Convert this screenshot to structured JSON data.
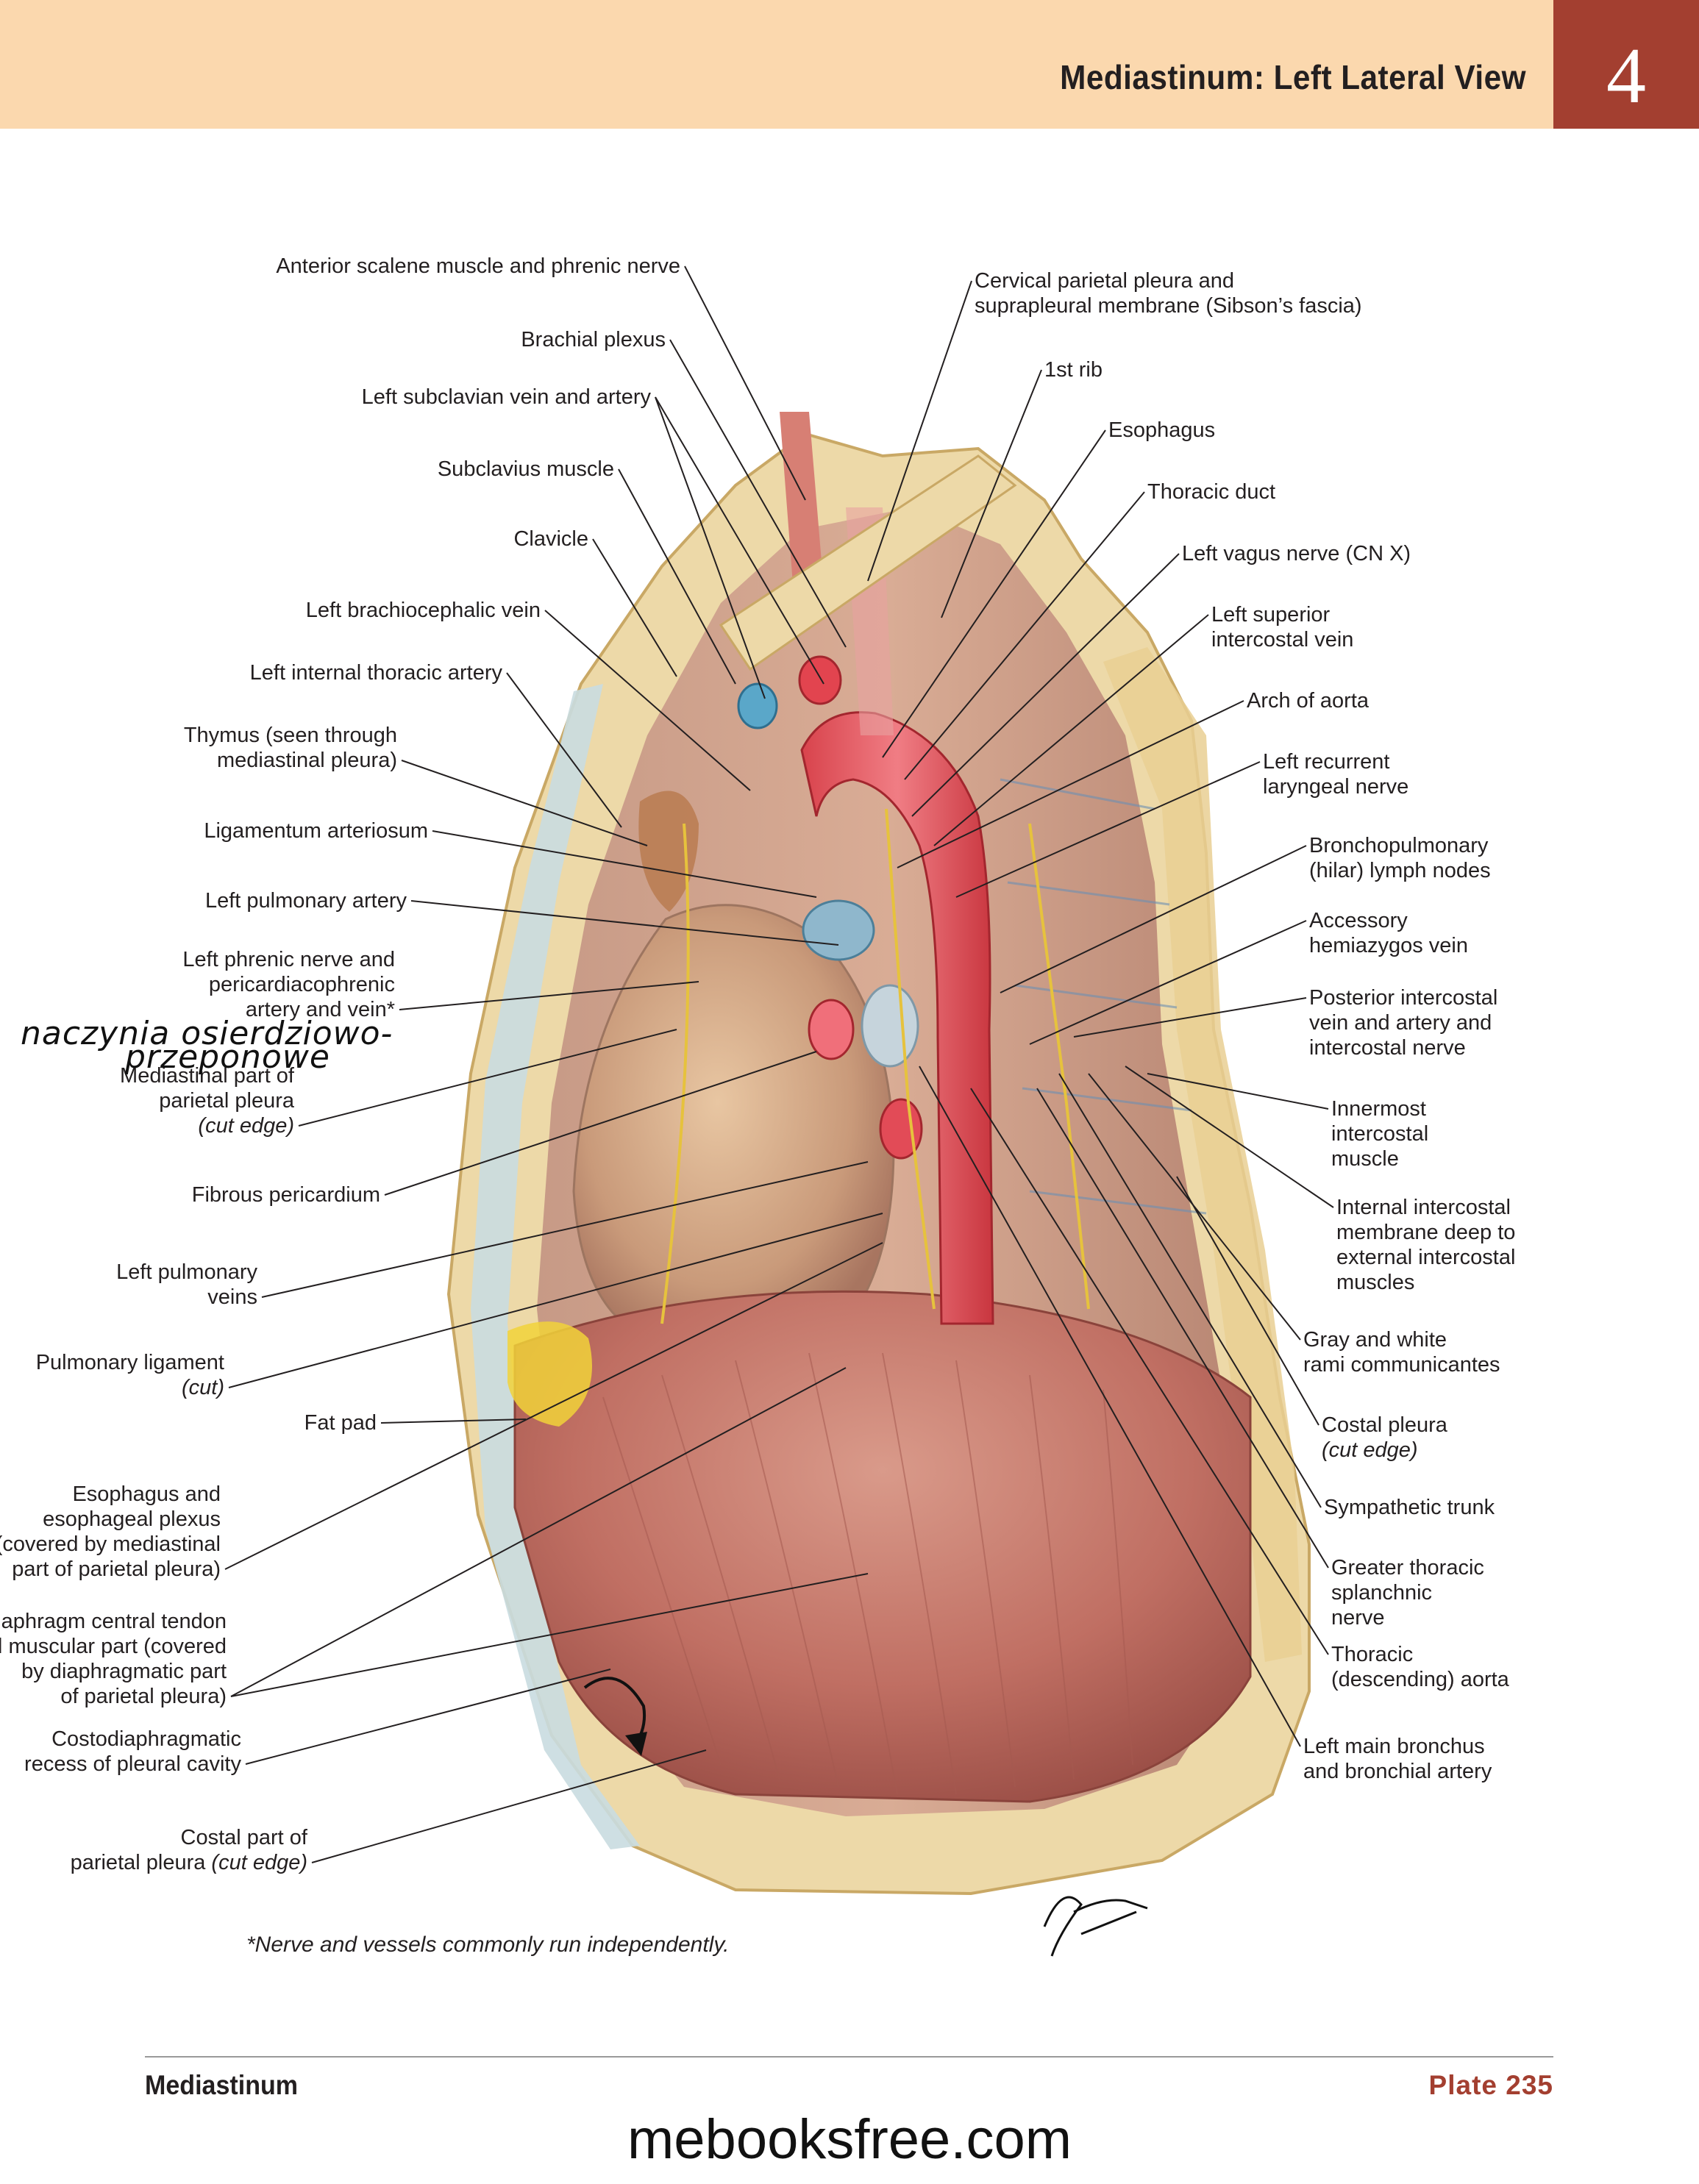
{
  "header": {
    "title": "Mediastinum: Left Lateral View",
    "chapter": "4"
  },
  "handwritten": {
    "line1": "naczynia osierdziowo-",
    "line2": "przeponowe"
  },
  "labels_left": [
    {
      "id": "anterior-scalene",
      "lines": [
        "Anterior scalene muscle and phrenic nerve"
      ]
    },
    {
      "id": "brachial-plexus",
      "lines": [
        "Brachial plexus"
      ]
    },
    {
      "id": "left-subclavian",
      "lines": [
        "Left subclavian vein and artery"
      ]
    },
    {
      "id": "subclavius",
      "lines": [
        "Subclavius muscle"
      ]
    },
    {
      "id": "clavicle",
      "lines": [
        "Clavicle"
      ]
    },
    {
      "id": "left-brachiocephalic",
      "lines": [
        "Left brachiocephalic vein"
      ]
    },
    {
      "id": "left-internal-thoracic",
      "lines": [
        "Left internal thoracic artery"
      ]
    },
    {
      "id": "thymus",
      "lines": [
        "Thymus (seen through",
        "mediastinal pleura)"
      ]
    },
    {
      "id": "ligamentum-arteriosum",
      "lines": [
        "Ligamentum arteriosum"
      ]
    },
    {
      "id": "left-pulmonary-artery",
      "lines": [
        "Left pulmonary artery"
      ]
    },
    {
      "id": "left-phrenic-nerve",
      "lines": [
        "Left phrenic nerve and",
        "pericardiacophrenic",
        "artery and vein*"
      ]
    },
    {
      "id": "mediastinal-pleura",
      "lines": [
        "Mediastinal part of",
        "parietal pleura"
      ],
      "italic_line": "(cut edge)"
    },
    {
      "id": "fibrous-pericardium",
      "lines": [
        "Fibrous pericardium"
      ]
    },
    {
      "id": "left-pulmonary-veins",
      "lines": [
        "Left pulmonary",
        "veins"
      ]
    },
    {
      "id": "pulmonary-ligament",
      "lines": [
        "Pulmonary ligament"
      ],
      "italic_line": "(cut)"
    },
    {
      "id": "fat-pad",
      "lines": [
        "Fat pad"
      ]
    },
    {
      "id": "esophagus-plexus",
      "lines": [
        "Esophagus and",
        "esophageal plexus",
        "(covered by mediastinal",
        "part of parietal pleura)"
      ]
    },
    {
      "id": "diaphragm",
      "lines": [
        "Diaphragm central tendon",
        "and muscular part (covered",
        "by diaphragmatic part",
        "of parietal pleura)"
      ]
    },
    {
      "id": "costodiaphragmatic",
      "lines": [
        "Costodiaphragmatic",
        "recess of pleural cavity"
      ]
    },
    {
      "id": "costal-parietal",
      "lines": [
        "Costal part of"
      ],
      "mixed_line": {
        "plain": "parietal pleura ",
        "italic": "(cut edge)"
      }
    }
  ],
  "labels_right": [
    {
      "id": "cervical-pleura",
      "lines": [
        "Cervical parietal pleura and",
        "suprapleural membrane (Sibson’s fascia)"
      ]
    },
    {
      "id": "first-rib",
      "lines": [
        "1st rib"
      ]
    },
    {
      "id": "esophagus",
      "lines": [
        "Esophagus"
      ]
    },
    {
      "id": "thoracic-duct",
      "lines": [
        "Thoracic duct"
      ]
    },
    {
      "id": "left-vagus",
      "lines": [
        "Left vagus nerve (CN X)"
      ]
    },
    {
      "id": "left-superior-intercostal",
      "lines": [
        "Left superior",
        "intercostal vein"
      ]
    },
    {
      "id": "arch-of-aorta",
      "lines": [
        "Arch of aorta"
      ]
    },
    {
      "id": "left-recurrent-laryngeal",
      "lines": [
        "Left recurrent",
        "laryngeal nerve"
      ]
    },
    {
      "id": "bronchopulmonary",
      "lines": [
        "Bronchopulmonary",
        "(hilar) lymph nodes"
      ]
    },
    {
      "id": "accessory-hemiazygos",
      "lines": [
        "Accessory",
        "hemiazygos vein"
      ]
    },
    {
      "id": "posterior-intercostal",
      "lines": [
        "Posterior intercostal",
        "vein and artery and",
        "intercostal nerve"
      ]
    },
    {
      "id": "innermost-intercostal",
      "lines": [
        "Innermost",
        "intercostal",
        "muscle"
      ]
    },
    {
      "id": "internal-intercostal",
      "lines": [
        "Internal intercostal",
        "membrane deep to",
        "external intercostal",
        "muscles"
      ]
    },
    {
      "id": "gray-white-rami",
      "lines": [
        "Gray and white",
        "rami communicantes"
      ]
    },
    {
      "id": "costal-pleura",
      "lines": [
        "Costal pleura"
      ],
      "italic_line": "(cut edge)"
    },
    {
      "id": "sympathetic-trunk",
      "lines": [
        "Sympathetic trunk"
      ]
    },
    {
      "id": "greater-splanchnic",
      "lines": [
        "Greater thoracic",
        "splanchnic",
        "nerve"
      ]
    },
    {
      "id": "thoracic-aorta",
      "lines": [
        "Thoracic",
        "(descending) aorta"
      ]
    },
    {
      "id": "left-main-bronchus",
      "lines": [
        "Left main bronchus",
        "and bronchial artery"
      ]
    }
  ],
  "footnote": "*Nerve and vessels commonly run independently.",
  "footer": {
    "section": "Mediastinum",
    "plate": "Plate 235"
  },
  "watermark": "mebooksfree.com",
  "colors": {
    "header_band": "#fbd8ae",
    "chapter_box": "#a33f30",
    "plate_text": "#a33f30",
    "leader": "#231f20"
  }
}
